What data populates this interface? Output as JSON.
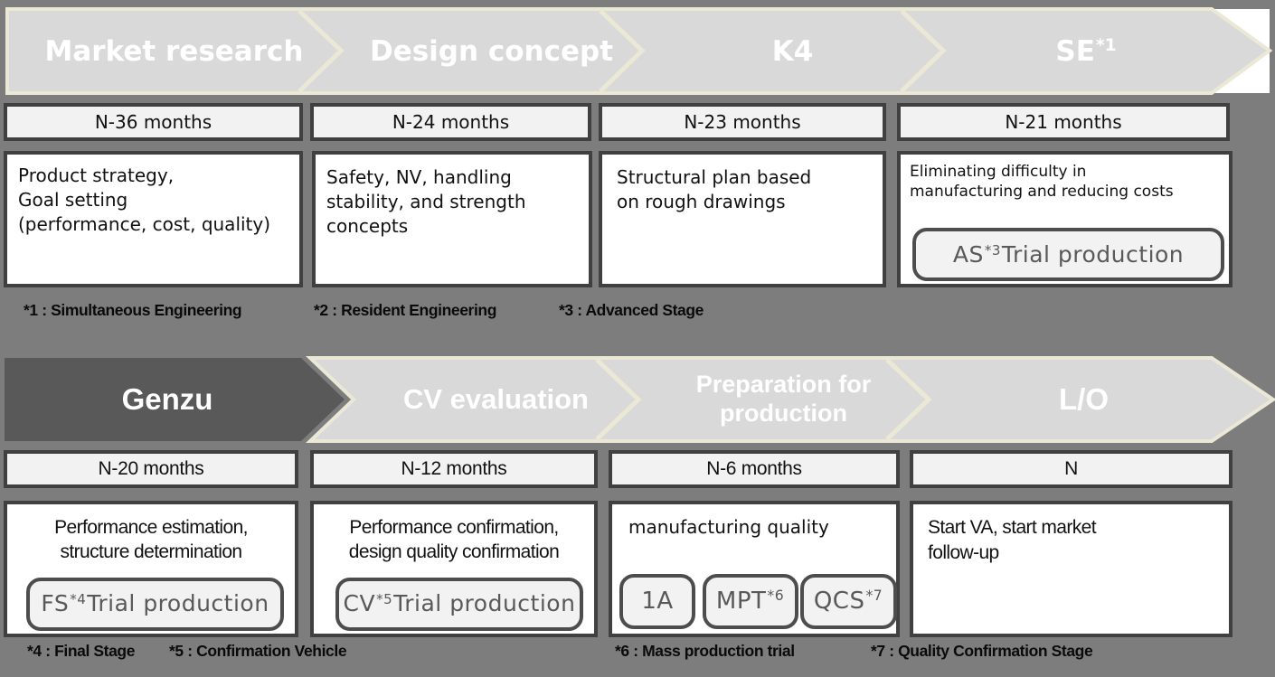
{
  "colors": {
    "background": "#7d7d7d",
    "band_fill": "#d9d9d9",
    "band_outline_cream": "#ece8d6",
    "band_text": "#ffffff",
    "active_stage_fill": "#595959",
    "header_box_fill": "#f2f2f2",
    "box_border": "#404040",
    "detail_box_fill": "#ffffff",
    "button_fill": "#f2f2f2",
    "button_border": "#4d4d4d",
    "button_text": "#595959",
    "body_text": "#111111",
    "footnote_text": "#0a0a0a",
    "corner_background": "#ffffff"
  },
  "top": {
    "stages": [
      {
        "label": "Market research",
        "sup": ""
      },
      {
        "label": "Design concept",
        "sup": ""
      },
      {
        "label": "K4",
        "sup": ""
      },
      {
        "label": "SE",
        "sup": "*1"
      }
    ],
    "timeframes": [
      "N-36 months",
      "N-24 months",
      "N-23 months",
      "N-21 months"
    ],
    "descriptions": [
      "Product strategy,\nGoal setting\n(performance, cost, quality)",
      "Safety, NV, handling\nstability, and strength\nconcepts",
      "Structural plan based\non rough drawings",
      "Eliminating difficulty in\nmanufacturing and reducing costs"
    ],
    "as_button": {
      "prefix": "AS",
      "sup": "*3",
      "suffix": "Trial production"
    },
    "footnotes": [
      "*1 : Simultaneous Engineering",
      "*2 : Resident Engineering",
      "*3 : Advanced Stage"
    ]
  },
  "bottom": {
    "stages": [
      {
        "label": "Genzu",
        "sup": "",
        "active": true
      },
      {
        "label": "CV evaluation",
        "sup": ""
      },
      {
        "label": "Preparation for\nproduction",
        "sup": ""
      },
      {
        "label": "L/O",
        "sup": ""
      }
    ],
    "timeframes": [
      "N-20 months",
      "N-12 months",
      "N-6 months",
      "N"
    ],
    "descriptions": [
      "Performance estimation,\nstructure determination",
      "Performance confirmation,\ndesign quality confirmation",
      "manufacturing quality",
      "Start VA, start market\nfollow-up"
    ],
    "fs_button": {
      "prefix": "FS",
      "sup": "*4",
      "suffix": "Trial production"
    },
    "cv_button": {
      "prefix": "CV",
      "sup": "*5",
      "suffix": "Trial production"
    },
    "small_buttons": [
      {
        "prefix": "1A",
        "sup": ""
      },
      {
        "prefix": "MPT",
        "sup": "*6"
      },
      {
        "prefix": "QCS",
        "sup": "*7"
      }
    ],
    "footnotes": [
      "*4 : Final Stage",
      "*5 : Confirmation Vehicle",
      "*6 : Mass production trial",
      "*7 : Quality Confirmation Stage"
    ]
  }
}
